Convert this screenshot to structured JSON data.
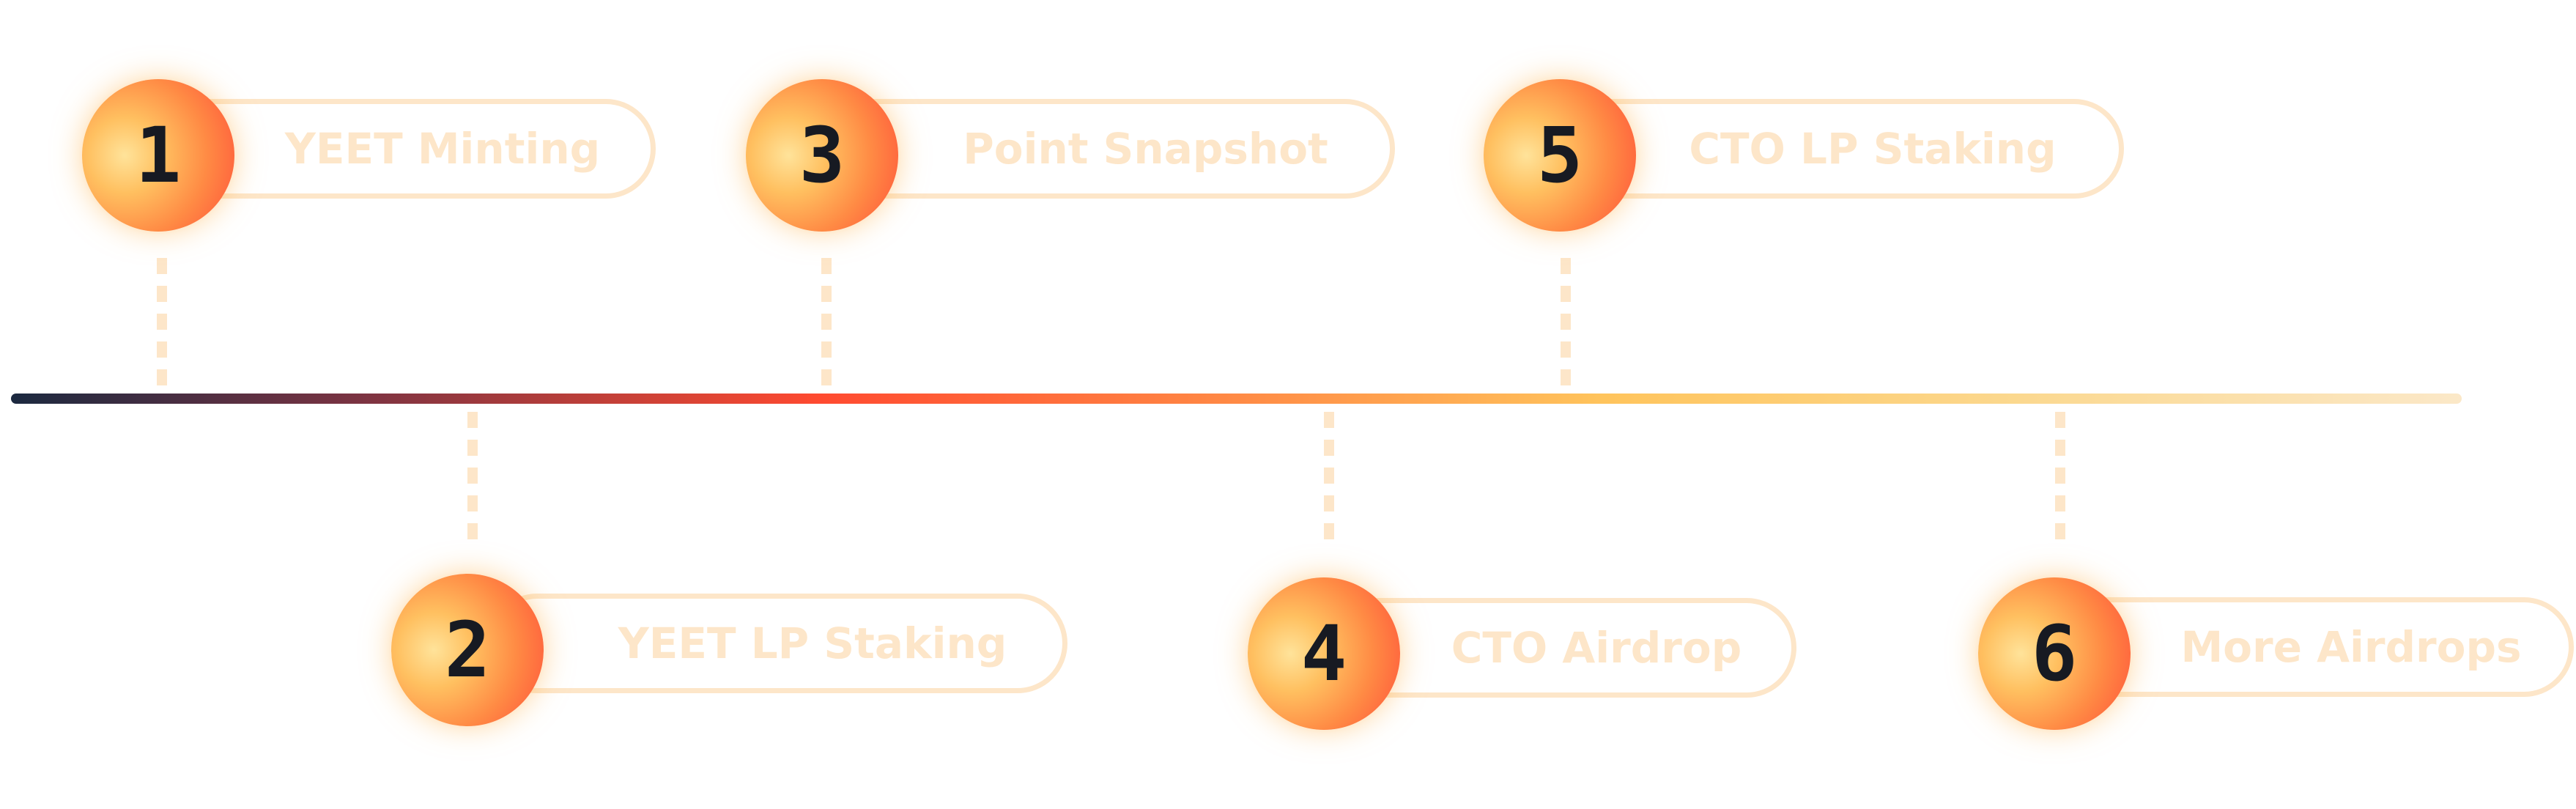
{
  "timeline": {
    "steps": [
      {
        "number": "1",
        "label": "YEET Minting"
      },
      {
        "number": "2",
        "label": "YEET LP Staking"
      },
      {
        "number": "3",
        "label": "Point Snapshot"
      },
      {
        "number": "4",
        "label": "CTO Airdrop"
      },
      {
        "number": "5",
        "label": "CTO LP Staking"
      },
      {
        "number": "6",
        "label": "More Airdrops"
      }
    ]
  },
  "colors": {
    "line_start": "#1b2940",
    "line_mid": "#ff4a30",
    "line_end": "#fbe8c8",
    "pill_border": "#fde6c9",
    "number_text": "#171a22"
  }
}
